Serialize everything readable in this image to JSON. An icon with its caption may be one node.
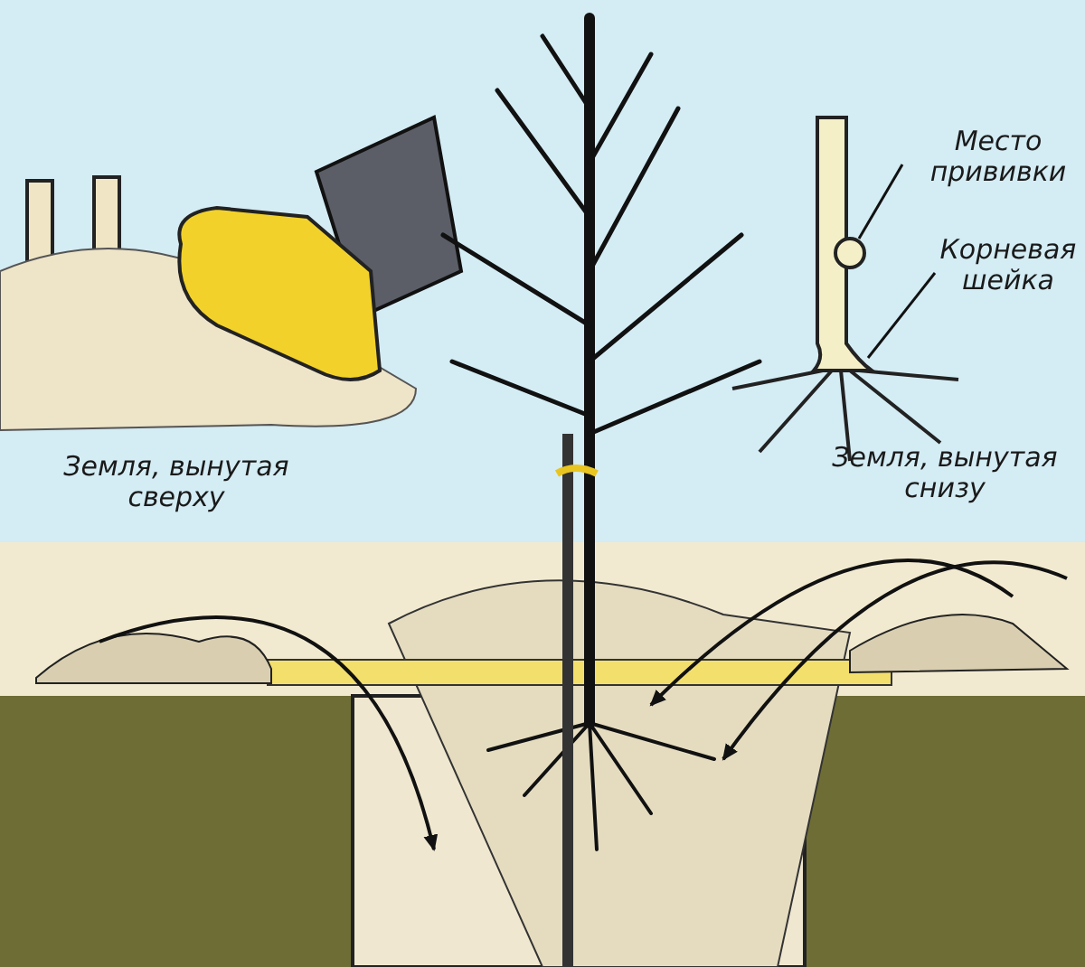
{
  "diagram": {
    "nodes": [
      {
        "text": [
          "Место прививки"
        ]
      },
      {
        "text": [
          "Корневая шейка"
        ]
      }
    ],
    "edges": [
      {
        "from": 0,
        "to": null,
        "arrow": "none"
      },
      {
        "from": 1,
        "to": null,
        "arrow": "none"
      }
    ],
    "labels": [
      "Земля, вынутая сверху",
      "Земля, вынутая снизу"
    ]
  }
}
